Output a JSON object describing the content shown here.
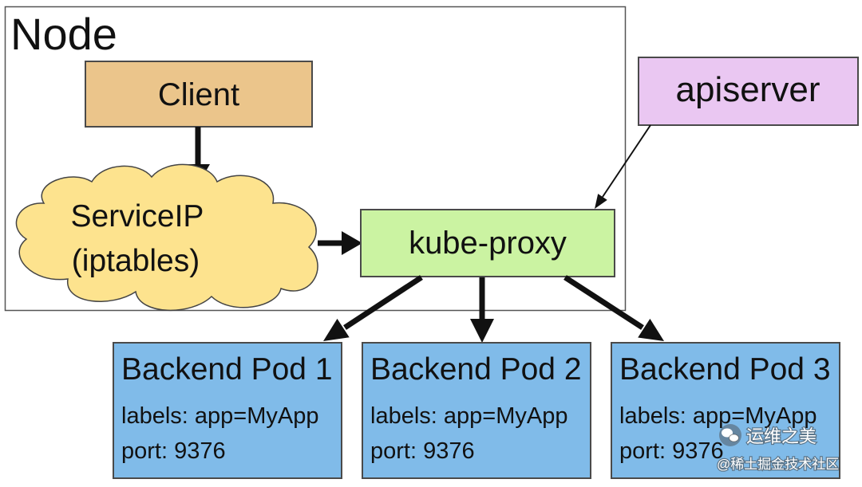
{
  "node": {
    "label": "Node"
  },
  "client": {
    "label": "Client"
  },
  "service": {
    "line1": "ServiceIP",
    "line2": "(iptables)"
  },
  "kube_proxy": {
    "label": "kube-proxy"
  },
  "apiserver": {
    "label": "apiserver"
  },
  "pods": [
    {
      "title": "Backend Pod 1",
      "labels": "labels: app=MyApp",
      "port": "port: 9376"
    },
    {
      "title": "Backend Pod 2",
      "labels": "labels: app=MyApp",
      "port": "port: 9376"
    },
    {
      "title": "Backend Pod 3",
      "labels": "labels: app=MyApp",
      "port": "port: 9376"
    }
  ],
  "colors": {
    "client": "#EBC58B",
    "service": "#FDE38E",
    "kube_proxy": "#CBF3A2",
    "apiserver": "#EAC7F2",
    "pod": "#80BBE9"
  },
  "watermark": {
    "icon": "wechat-icon",
    "account": "运维之美",
    "source": "@稀土掘金技术社区"
  }
}
